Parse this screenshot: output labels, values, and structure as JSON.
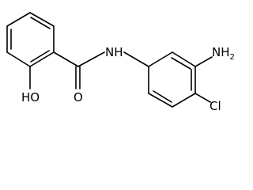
{
  "molecule": {
    "atoms": {
      "nh": "NH",
      "nh2_main": "NH",
      "nh2_sub": "2",
      "cl": "Cl",
      "oh": "HO",
      "o": "O"
    }
  }
}
